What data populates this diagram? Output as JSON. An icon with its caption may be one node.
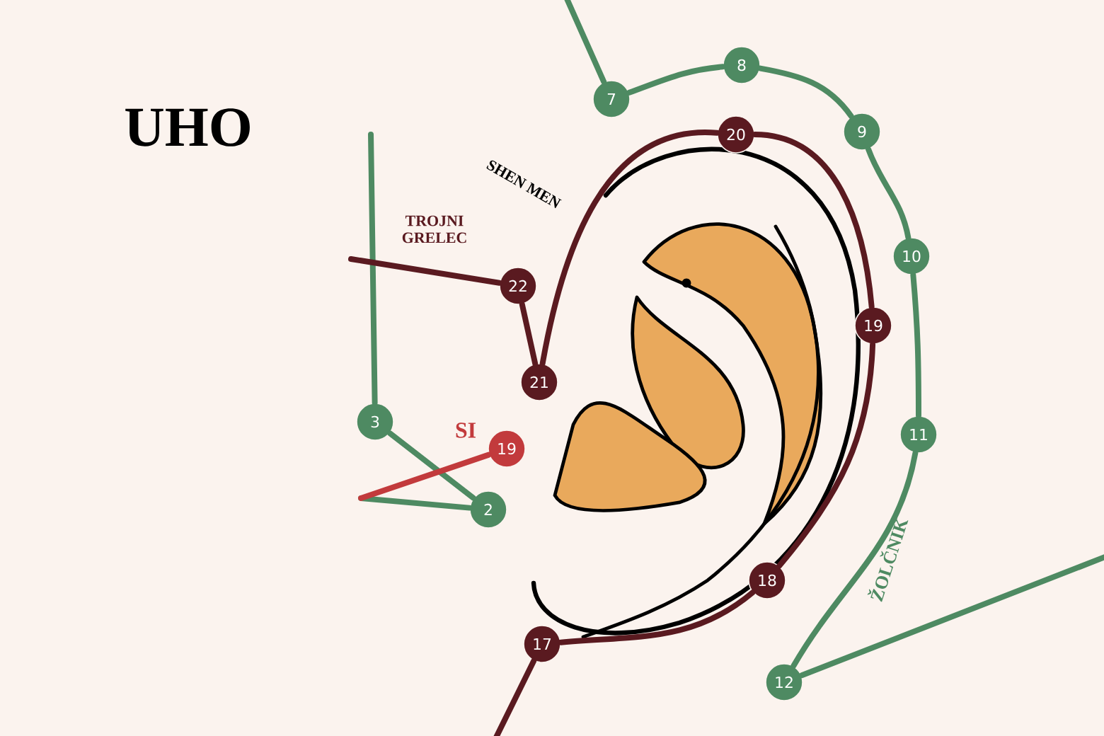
{
  "diagram": {
    "title": "UHO",
    "nodes": [
      {
        "text": [
          "7"
        ]
      },
      {
        "text": [
          "8"
        ]
      },
      {
        "text": [
          "20"
        ]
      },
      {
        "text": [
          "9"
        ]
      },
      {
        "text": [
          "10"
        ]
      },
      {
        "text": [
          "22"
        ]
      },
      {
        "text": [
          "19"
        ]
      },
      {
        "text": [
          "21"
        ]
      },
      {
        "text": [
          "3"
        ]
      },
      {
        "text": [
          "11"
        ]
      },
      {
        "text": [
          "19"
        ],
        "beside": [
          "SI"
        ]
      },
      {
        "text": [
          "2"
        ]
      },
      {
        "text": [
          "18"
        ]
      },
      {
        "text": [
          "17"
        ]
      },
      {
        "text": [
          "12"
        ]
      }
    ],
    "edges": [
      {
        "from": null,
        "to": 0,
        "arrow": "none"
      },
      {
        "from": 0,
        "to": 1,
        "arrow": "none"
      },
      {
        "from": 1,
        "to": 3,
        "arrow": "none"
      },
      {
        "from": 3,
        "to": 4,
        "arrow": "none"
      },
      {
        "from": 4,
        "to": 9,
        "arrow": "none"
      },
      {
        "from": 9,
        "to": 14,
        "arrow": "none"
      },
      {
        "from": 14,
        "to": null,
        "arrow": "none"
      },
      {
        "from": null,
        "to": 8,
        "arrow": "none"
      },
      {
        "from": 8,
        "to": 11,
        "arrow": "none"
      },
      {
        "from": 11,
        "to": null,
        "arrow": "none"
      },
      {
        "from": 10,
        "to": null,
        "arrow": "none",
        "color": "#c23a3c"
      },
      {
        "from": null,
        "to": 5,
        "arrow": "none",
        "color": "#5a1a20"
      },
      {
        "from": 5,
        "to": 7,
        "arrow": "none",
        "color": "#5a1a20"
      },
      {
        "from": 7,
        "to": 2,
        "arrow": "none",
        "color": "#5a1a20"
      },
      {
        "from": 2,
        "to": 6,
        "arrow": "none",
        "color": "#5a1a20"
      },
      {
        "from": 6,
        "to": 12,
        "arrow": "none",
        "color": "#5a1a20"
      },
      {
        "from": 12,
        "to": 13,
        "arrow": "none",
        "color": "#5a1a20"
      },
      {
        "from": 13,
        "to": null,
        "arrow": "none",
        "color": "#5a1a20"
      }
    ],
    "labels": [
      "TROJNI GRELEC",
      "SHEN MEN",
      "ŽOLČNIK"
    ]
  }
}
